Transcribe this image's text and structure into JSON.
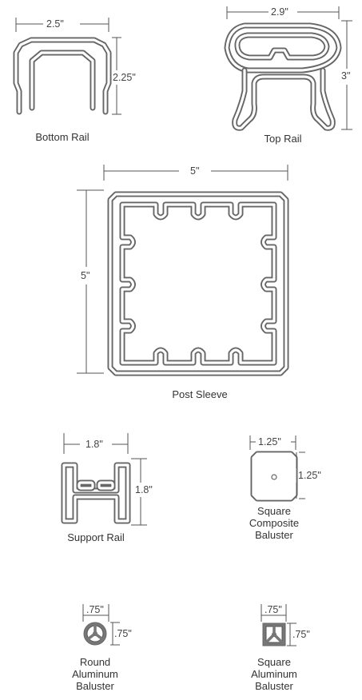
{
  "profiles": {
    "bottom_rail": {
      "caption": "Bottom Rail",
      "width": "2.5\"",
      "height": "2.25\""
    },
    "top_rail": {
      "caption": "Top Rail",
      "width": "2.9\"",
      "height": "3\""
    },
    "post_sleeve": {
      "caption": "Post Sleeve",
      "width": "5\"",
      "height": "5\""
    },
    "support_rail": {
      "caption": "Support Rail",
      "width": "1.8\"",
      "height": "1.8\""
    },
    "square_composite_baluster": {
      "caption_lines": [
        "Square",
        "Composite",
        "Baluster"
      ],
      "width": "1.25\"",
      "height": "1.25\""
    },
    "round_aluminum_baluster": {
      "caption_lines": [
        "Round",
        "Aluminum",
        "Baluster"
      ],
      "width": ".75\"",
      "height": ".75\""
    },
    "square_aluminum_baluster": {
      "caption_lines": [
        "Square",
        "Aluminum",
        "Baluster"
      ],
      "width": ".75\"",
      "height": ".75\""
    }
  },
  "colors": {
    "profile_outline": "#666666",
    "profile_fill": "#ffffff",
    "dimension_line": "#555555"
  }
}
